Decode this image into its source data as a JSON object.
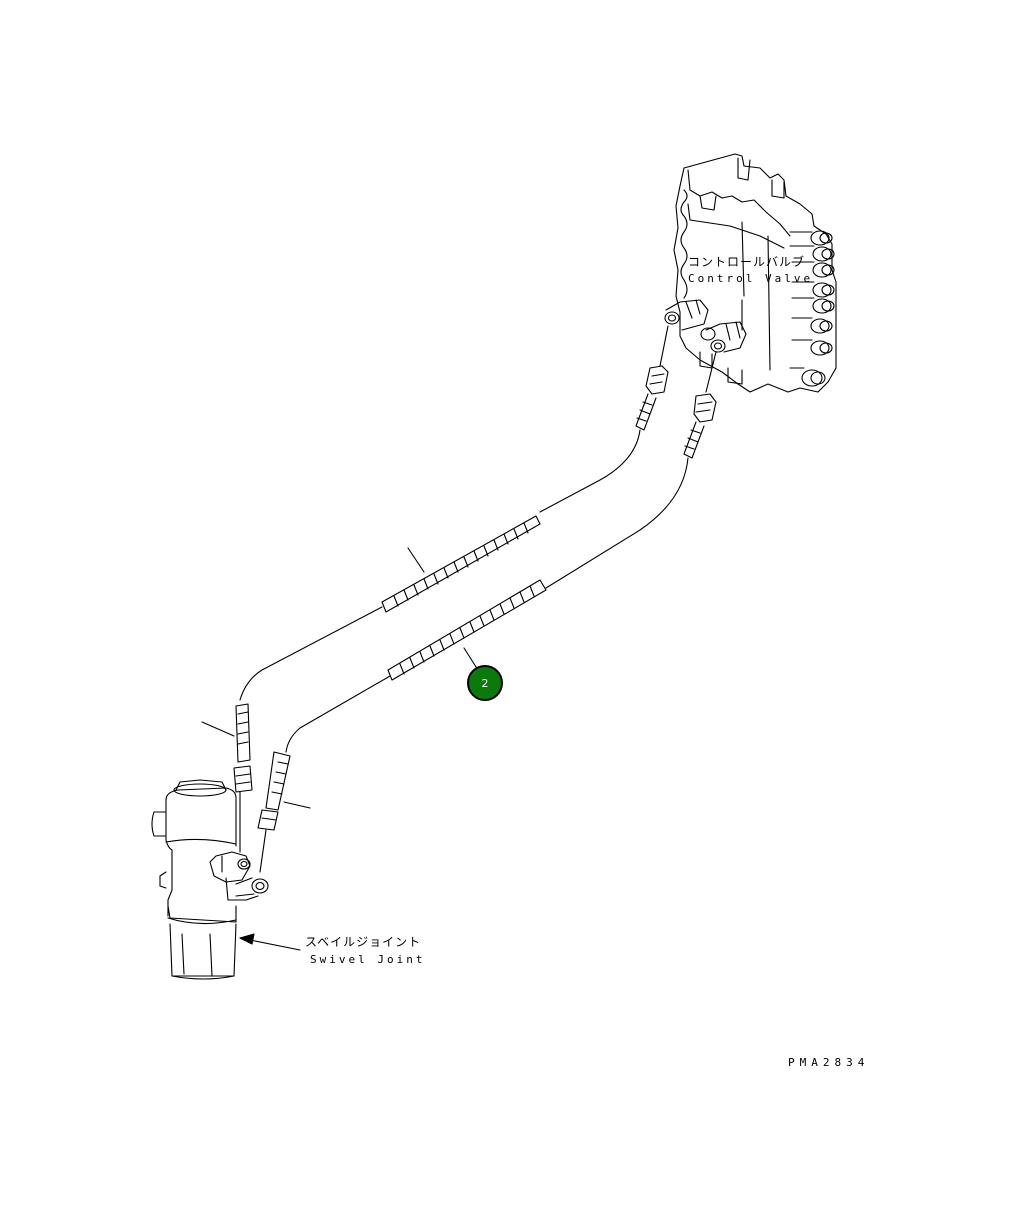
{
  "labels": {
    "control_valve_jp": "コントロールバルブ",
    "control_valve_en": "Control Valve",
    "swivel_joint_jp": "スベイルジョイント",
    "swivel_joint_en": "Swivel Joint",
    "drawing_code": "PMA2834"
  },
  "callouts": [
    {
      "number": "2",
      "fill_color": "#0a7a0a"
    }
  ],
  "colors": {
    "line": "#000000",
    "background": "#ffffff",
    "callout_fill": "#0a7a0a"
  }
}
